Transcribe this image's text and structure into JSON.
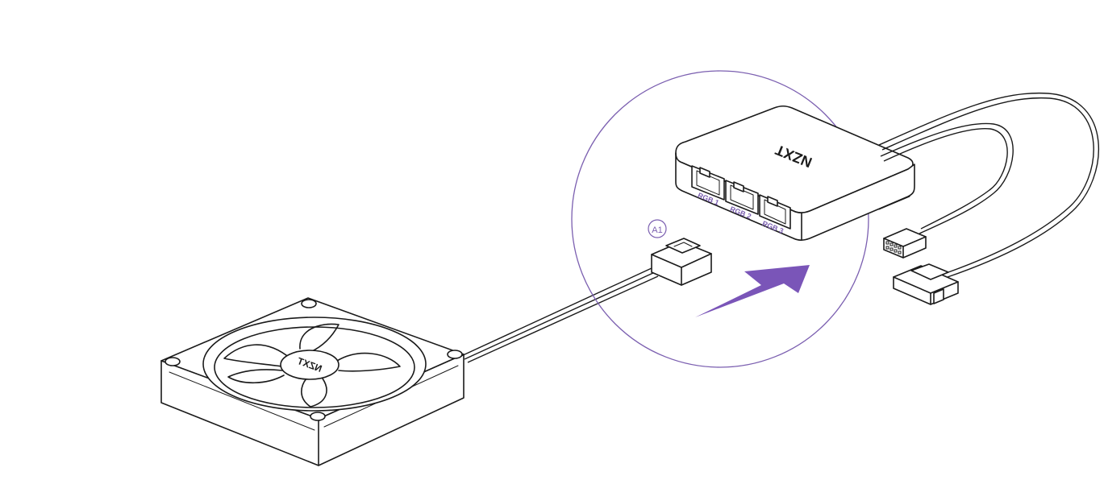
{
  "callout": {
    "label": "A1"
  },
  "controller": {
    "brand": "NZXT",
    "ports": [
      {
        "label": "RGB 1"
      },
      {
        "label": "RGB 2"
      },
      {
        "label": "RGB 3"
      }
    ]
  },
  "fan": {
    "brand": "NZXT"
  },
  "colors": {
    "accent": "#7b5fb0",
    "arrow": "#7a55b8",
    "line": "#1a1a1a",
    "background": "#ffffff"
  }
}
